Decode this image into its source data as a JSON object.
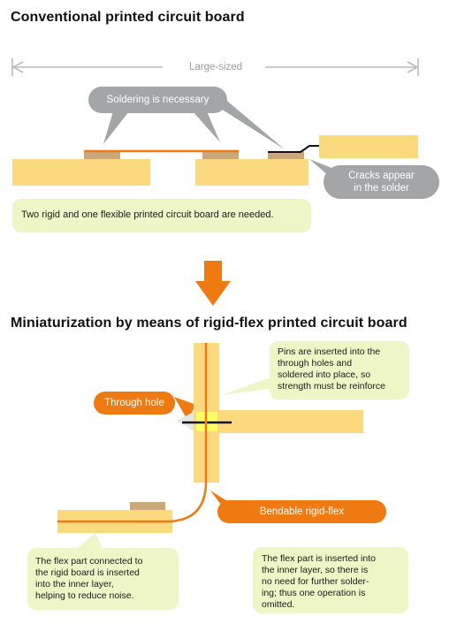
{
  "headings": {
    "conventional": "Conventional printed circuit board",
    "miniaturization": "Miniaturization by means of rigid-flex printed circuit board"
  },
  "conventional": {
    "size_label": "Large-sized",
    "soldering_bubble": "Soldering is necessary",
    "cracks_bubble_line1": "Cracks appear",
    "cracks_bubble_line2": "in the solder",
    "note": "Two rigid and one flexible printed circuit board are needed."
  },
  "rigid_flex": {
    "through_hole_label": "Through hole",
    "pins_note": [
      "Pins are inserted into the",
      "through holes and",
      "soldered into place, so",
      "strength must be reinforce"
    ],
    "bendable_label": "Bendable rigid-flex",
    "left_note": [
      "The flex part connected to",
      "the rigid board is inserted",
      "into the inner layer,",
      "helping to reduce noise."
    ],
    "right_note": [
      "The flex part is inserted into",
      "the inner layer, so there is",
      "no need for further solder-",
      "ing; thus one operation is",
      "omitted."
    ]
  },
  "colors": {
    "board": "#fbd97f",
    "pad": "#caa879",
    "flex_trace": "#ef7a12",
    "gray_bubble": "#a4a5a7",
    "green_note": "#eef5c7",
    "orange_accent": "#ef7a12",
    "dimension_line": "#bbbbbb",
    "through_hole_highlight": "#ffff66"
  }
}
